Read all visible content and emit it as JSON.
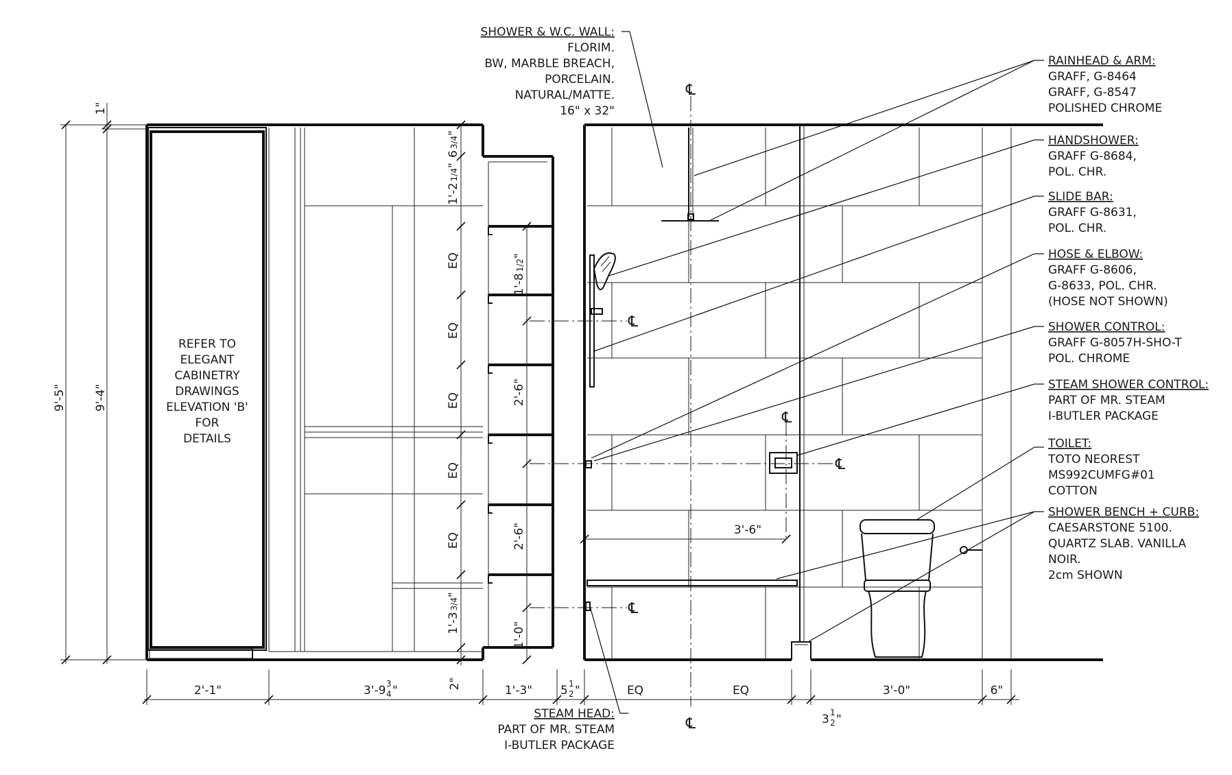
{
  "notes": {
    "wall": {
      "title": "SHOWER & W.C. WALL:",
      "lines": [
        "FLORIM.",
        "BW, MARBLE BREACH,",
        "PORCELAIN.",
        "NATURAL/MATTE.",
        "16\" x 32\""
      ]
    },
    "rainhead": {
      "title": "RAINHEAD & ARM:",
      "lines": [
        "GRAFF, G-8464",
        "GRAFF, G-8547",
        "POLISHED CHROME"
      ]
    },
    "handshower": {
      "title": "HANDSHOWER:",
      "lines": [
        "GRAFF G-8684,",
        "POL. CHR."
      ]
    },
    "slidebar": {
      "title": "SLIDE BAR:",
      "lines": [
        "GRAFF G-8631,",
        "POL. CHR."
      ]
    },
    "hose": {
      "title": "HOSE & ELBOW:",
      "lines": [
        "GRAFF G-8606,",
        "G-8633, POL. CHR.",
        "(HOSE NOT SHOWN)"
      ]
    },
    "showercontrol": {
      "title": "SHOWER CONTROL:",
      "lines": [
        "GRAFF G-8057H-SHO-T",
        "POL. CHROME"
      ]
    },
    "steamcontrol": {
      "title": "STEAM SHOWER CONTROL:",
      "lines": [
        "PART OF MR. STEAM",
        "I-BUTLER PACKAGE"
      ]
    },
    "toilet": {
      "title": "TOILET:",
      "lines": [
        "TOTO NEOREST",
        "MS992CUMFG#01",
        "COTTON"
      ]
    },
    "bench": {
      "title": "SHOWER BENCH + CURB:",
      "lines": [
        "CAESARSTONE 5100.",
        "QUARTZ SLAB. VANILLA",
        "NOIR.",
        "2cm SHOWN"
      ]
    },
    "steamhead": {
      "title": "STEAM HEAD:",
      "lines": [
        "PART OF MR. STEAM",
        "I-BUTLER PACKAGE"
      ]
    }
  },
  "cabinet_note": [
    "REFER TO",
    "ELEGANT",
    "CABINETRY",
    "DRAWINGS",
    "ELEVATION 'B'",
    "FOR",
    "DETAILS"
  ],
  "centerline_symbol": "℄",
  "dimensions": {
    "overall_height": "9'-5\"",
    "inner_height": "9'-4\"",
    "top_gap": "1\"",
    "bottom": {
      "cab": "2'-1\"",
      "mid_whole": "3'-9",
      "mid_frac_n": "3",
      "mid_frac_d": "4",
      "mid_tail": "\"",
      "niche": "1'-3\"",
      "jamb_whole": "5",
      "jamb_frac_n": "1",
      "jamb_frac_d": "2",
      "jamb_tail": "\"",
      "eq1": "EQ",
      "eq2": "EQ",
      "wc": "3'-0\"",
      "end": "6\"",
      "gap_whole": "3",
      "gap_frac_n": "1",
      "gap_frac_d": "2",
      "gap_tail": "\"",
      "small": "2\""
    },
    "vertical_left": {
      "v1_whole": "6",
      "v1_n": "3",
      "v1_d": "4",
      "v1_tail": "\"",
      "v2_whole": "1'-2",
      "v2_n": "1",
      "v2_d": "4",
      "v2_tail": "\"",
      "eq": [
        "EQ",
        "EQ",
        "EQ",
        "EQ",
        "EQ"
      ],
      "v3_whole": "1'-3",
      "v3_n": "3",
      "v3_d": "4",
      "v3_tail": "\""
    },
    "vertical_right": {
      "r1_whole": "1'-8",
      "r1_n": "1",
      "r1_d": "2",
      "r1_tail": "\"",
      "r2": "2'-6\"",
      "r3": "2'-6\"",
      "r4": "1'-0\""
    },
    "bench_dim": "3'-6\""
  }
}
